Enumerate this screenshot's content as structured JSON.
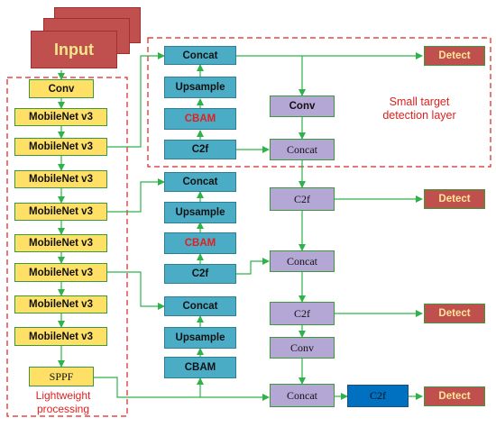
{
  "input": {
    "label": "Input"
  },
  "backbone": {
    "items": [
      "Conv",
      "MobileNet v3",
      "MobileNet v3",
      "MobileNet v3",
      "MobileNet v3",
      "MobileNet v3",
      "MobileNet v3",
      "MobileNet v3",
      "MobileNet v3"
    ],
    "sppf": "SPPF",
    "caption_line1": "Lightweight",
    "caption_line2": "processing"
  },
  "neck": {
    "concat_top": "Concat",
    "upsample_1": "Upsample",
    "cbam_1": "CBAM",
    "c2f_1": "C2f",
    "concat_2": "Concat",
    "upsample_2": "Upsample",
    "cbam_2": "CBAM",
    "c2f_2": "C2f",
    "concat_3": "Concat",
    "upsample_3": "Upsample",
    "cbam_3": "CBAM"
  },
  "head": {
    "conv_top": "Conv",
    "concat_a": "Concat",
    "c2f_a": "C2f",
    "concat_b": "Concat",
    "c2f_b": "C2f",
    "conv_b": "Conv",
    "concat_c": "Concat",
    "c2f_blue": "C2f"
  },
  "detect": {
    "label": "Detect"
  },
  "small_target": {
    "line1": "Small target",
    "line2": "detection layer"
  },
  "colors": {
    "arrow": "#2db34a",
    "dashed": "#e02020"
  }
}
